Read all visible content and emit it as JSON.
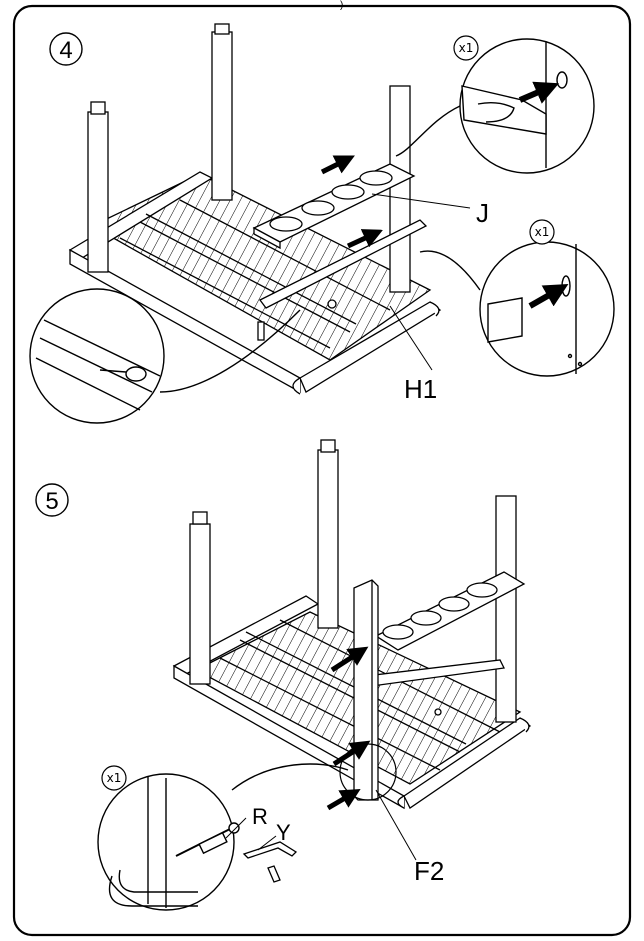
{
  "header_fragment": ")",
  "steps": [
    {
      "number": "4",
      "parts": {
        "left_callout": "J",
        "bottom_callout": "H1"
      },
      "details": [
        {
          "multiplier": "x1"
        },
        {
          "multiplier": "x1"
        }
      ]
    },
    {
      "number": "5",
      "parts": {
        "post": "F2",
        "bolt": "R",
        "hex_key": "Y"
      },
      "details": [
        {
          "multiplier": "x1"
        }
      ]
    }
  ]
}
